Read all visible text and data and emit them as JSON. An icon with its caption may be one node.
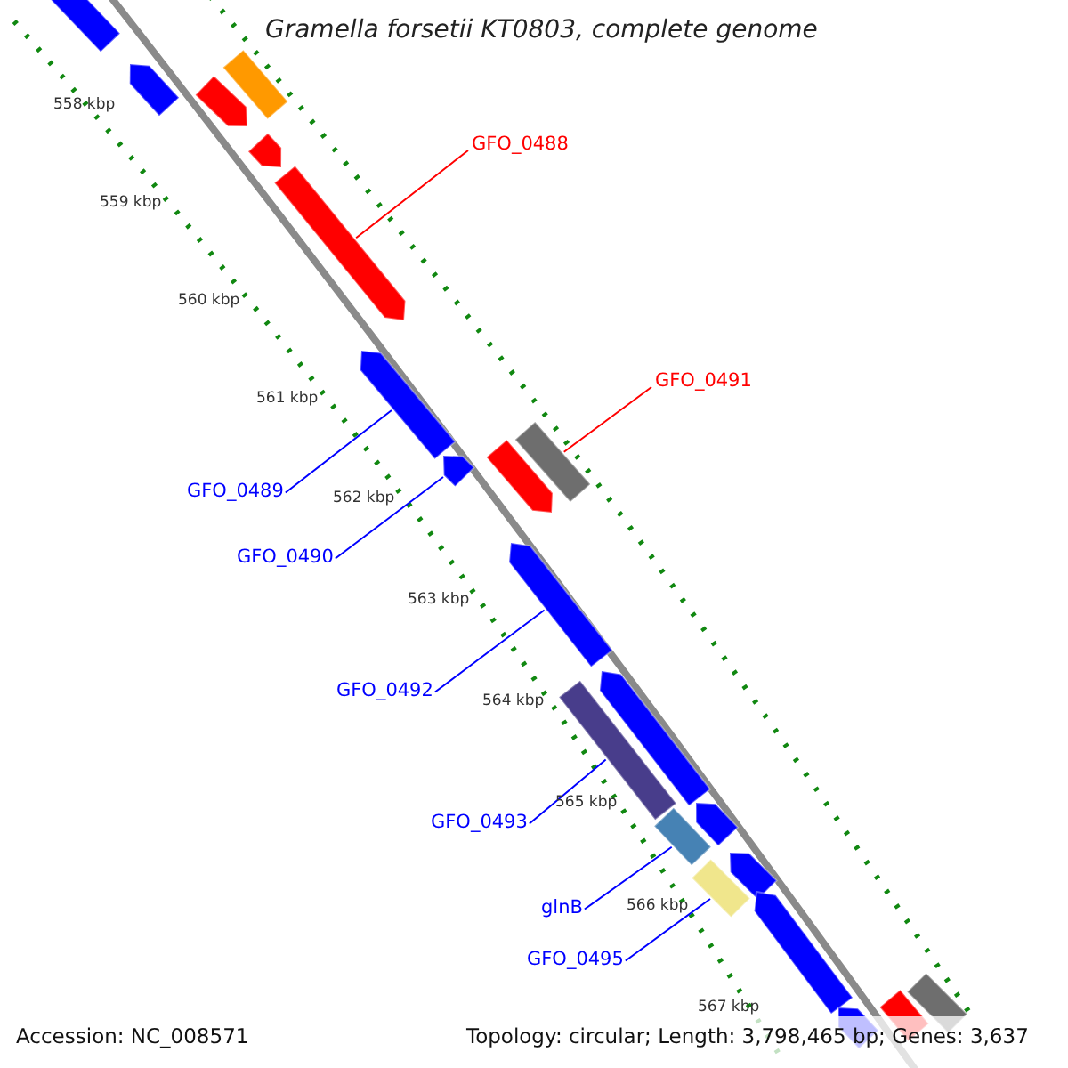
{
  "diagram": {
    "title": "Gramella forsetii KT0803, complete genome",
    "nodes": [
      {
        "text": [
          "GFO_0488"
        ]
      },
      {
        "text": [
          "GFO_0491"
        ]
      },
      {
        "text": [
          "GFO_0489"
        ]
      },
      {
        "text": [
          "GFO_0490"
        ]
      },
      {
        "text": [
          "GFO_0492"
        ]
      },
      {
        "text": [
          "GFO_0493"
        ]
      },
      {
        "text": [
          "glnB"
        ]
      },
      {
        "text": [
          "GFO_0495"
        ]
      },
      {
        "text": [],
        "shape": "bar"
      },
      {
        "text": [],
        "shape": "bar"
      },
      {
        "text": [],
        "shape": "bar"
      },
      {
        "text": [],
        "shape": "bar"
      },
      {
        "text": [],
        "shape": "bar"
      },
      {
        "text": [],
        "shape": "bar"
      },
      {
        "text": [],
        "shape": "bar"
      },
      {
        "text": [],
        "shape": "bar"
      },
      {
        "text": [],
        "shape": "bar"
      },
      {
        "text": [],
        "shape": "bar"
      },
      {
        "text": [],
        "shape": "bar"
      },
      {
        "text": [],
        "shape": "bar"
      },
      {
        "text": [],
        "shape": "bar"
      },
      {
        "text": [],
        "shape": "bar"
      },
      {
        "text": [],
        "shape": "bar"
      },
      {
        "text": [],
        "shape": "bar"
      },
      {
        "text": [],
        "shape": "bar"
      },
      {
        "text": [],
        "shape": "bar"
      },
      {
        "text": [],
        "shape": "bar"
      },
      {
        "text": [],
        "shape": "bar"
      },
      {
        "text": [],
        "shape": "bar"
      }
    ],
    "edges": [
      {
        "from": 0,
        "to": 13,
        "arrow": "none",
        "color": "#ff0000"
      },
      {
        "from": 1,
        "to": 16,
        "arrow": "none",
        "color": "#ff0000"
      },
      {
        "from": 2,
        "to": 14,
        "arrow": "none"
      },
      {
        "from": 3,
        "to": 15,
        "arrow": "none"
      },
      {
        "from": 4,
        "to": 18,
        "arrow": "none"
      },
      {
        "from": 5,
        "to": 19,
        "arrow": "none"
      },
      {
        "from": 6,
        "to": 22,
        "arrow": "none"
      },
      {
        "from": 7,
        "to": 24,
        "arrow": "none"
      }
    ],
    "labels": [
      "558 kbp",
      "559 kbp",
      "560 kbp",
      "561 kbp",
      "562 kbp",
      "563 kbp",
      "564 kbp",
      "565 kbp",
      "566 kbp",
      "567 kbp",
      "Accession: NC_008571",
      "Topology: circular; Length: 3,798,465 bp; Genes: 3,637"
    ]
  }
}
